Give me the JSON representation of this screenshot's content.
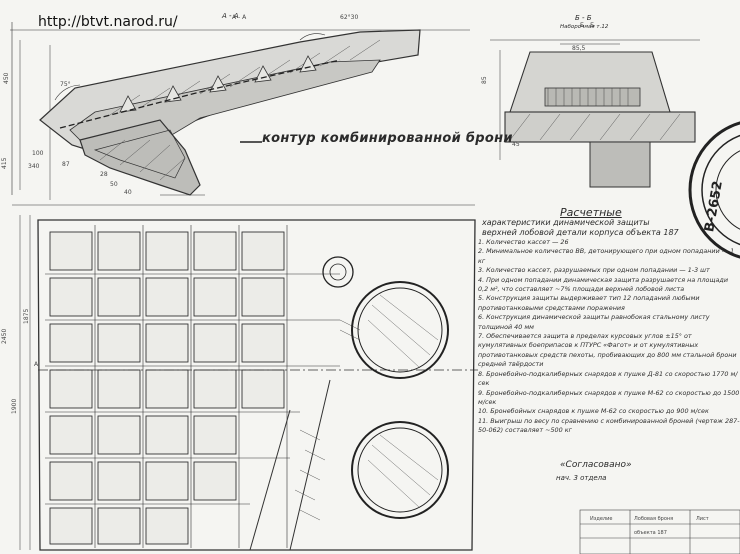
{
  "watermark": "http://btvt.narod.ru/",
  "sections": {
    "aa_label": "А - А",
    "bb_label": "Б - Б",
    "bb_sub": "Наборочная т.12"
  },
  "callout": "контур комбинированной брони",
  "notes": {
    "title": "Расчетные",
    "subtitle1": "характеристики динамической защиты",
    "subtitle2": "верхней лобовой детали корпуса объекта 187",
    "items": [
      "1. Количество кассет — 26",
      "2. Минимальное количество ВВ, детонирующего при одном попадании — 1 кг",
      "3. Количество кассет, разрушаемых при одном попадании — 1-3 шт",
      "4. При одном попадании динамическая защита разрушается на площади 0,2 м², что составляет ~7% площади верхней лобовой листа",
      "5. Конструкция защиты выдерживает тип 12 попаданий любыми противотанковыми средствами поражения",
      "6. Конструкция динамической защиты равнобокая стальному листу толщиной 40 мм",
      "7. Обеспечивается защита в пределах курсовых углов ±15° от кумулятивных боеприпасов к ПТУРС «Фагот» и от кумулятивных противотанковых средств пехоты, пробивающих до 800 мм стальной брони средней твёрдости",
      "8. Бронебойно-подкалиберных снарядов к пушке Д-81 со скоростью 1770 м/сек",
      "9. Бронебойно-подкалиберных снарядов к пушке М-62 со скоростью до 1500 м/сек",
      "10. Бронебойных снарядов к пушке М-62 со скоростью до 900 м/сек",
      "11. Выигрыш по весу по сравнению с комбинированной броней (чертеж 287-50-062) составляет ~500 кг"
    ]
  },
  "approval": {
    "title": "«Согласовано»",
    "line": "нач. 3 отдела"
  },
  "stamp": {
    "number": "В-2652"
  },
  "dimensions": [
    "А - А",
    "62°30",
    "75°",
    "100",
    "450",
    "415",
    "340",
    "87",
    "28",
    "50",
    "40",
    "Б - Б",
    "85,5",
    "85",
    "45",
    "1900",
    "2450",
    "1875",
    "A"
  ],
  "title_block": [
    "Изделие",
    "Лобовая броня",
    "объекта 187",
    "Лист"
  ]
}
